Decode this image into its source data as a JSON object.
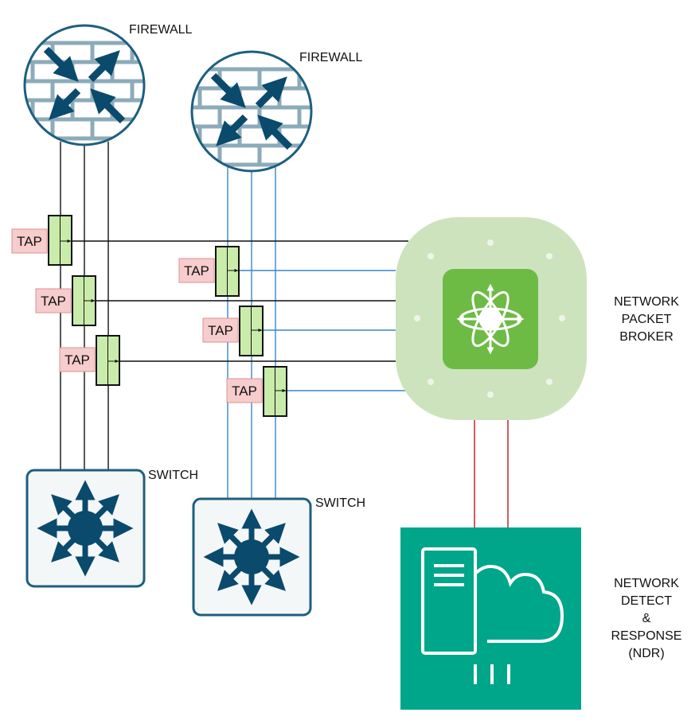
{
  "labels": {
    "firewall_1": "FIREWALL",
    "firewall_2": "FIREWALL",
    "switch_1": "SWITCH",
    "switch_2": "SWITCH",
    "npb": [
      "NETWORK",
      "PACKET",
      "BROKER"
    ],
    "ndr": [
      "NETWORK",
      "DETECT",
      "&",
      "RESPONSE",
      "(NDR)"
    ]
  },
  "tap_label": "TAP",
  "colors": {
    "device_dark": "#0a4a6c",
    "device_border": "#1d5f7e",
    "brick": "#8cabba",
    "tap_fill": "#c9ecaa",
    "tap_label_fill": "#f6cccc",
    "tap_label_border": "#e08f8f",
    "link_black": "#111111",
    "link_blue": "#3a86c8",
    "link_red": "#c0353a",
    "npb_outer": "#cde3bd",
    "npb_inner": "#6dbb45",
    "ndr_fill": "#00a68a"
  },
  "icons": {
    "firewall": "firewall-icon",
    "switch": "switch-icon",
    "npb": "packet-broker-icon",
    "ndr": "server-cloud-icon"
  }
}
